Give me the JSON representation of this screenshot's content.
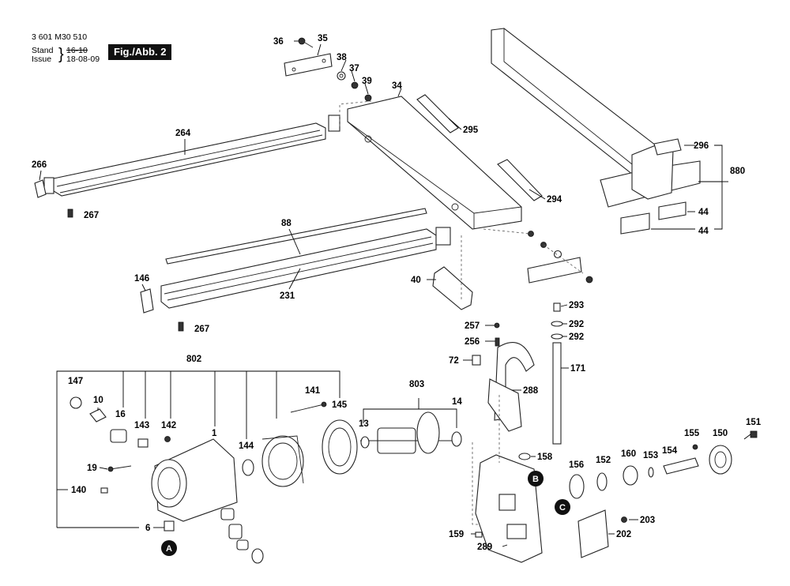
{
  "header": {
    "part_number": "3 601 M30 510",
    "stand_label": "Stand",
    "issue_label": "Issue",
    "stand_old": "16-10",
    "issue_date": "18-08-09",
    "figure": "Fig./Abb. 2"
  },
  "labels": {
    "p36": "36",
    "p35": "35",
    "p38": "38",
    "p37": "37",
    "p39": "39",
    "p34": "34",
    "p295": "295",
    "p294": "294",
    "p296": "296",
    "p880": "880",
    "p44a": "44",
    "p44b": "44",
    "p264": "264",
    "p266": "266",
    "p267a": "267",
    "p88": "88",
    "p231": "231",
    "p146": "146",
    "p267b": "267",
    "p40": "40",
    "p293": "293",
    "p257": "257",
    "p292a": "292",
    "p292b": "292",
    "p256": "256",
    "p72": "72",
    "p171": "171",
    "p288": "288",
    "p802": "802",
    "p147": "147",
    "p10": "10",
    "p16": "16",
    "p143": "143",
    "p142": "142",
    "p1": "1",
    "p141": "141",
    "p145": "145",
    "p144": "144",
    "p19": "19",
    "p140": "140",
    "p6": "6",
    "p803": "803",
    "p13": "13",
    "p14": "14",
    "p158": "158",
    "p156": "156",
    "p152": "152",
    "p160": "160",
    "p153": "153",
    "p154": "154",
    "p155": "155",
    "p150": "150",
    "p151": "151",
    "p203": "203",
    "p202": "202",
    "p159": "159",
    "p289": "289"
  },
  "callouts": {
    "a": "A",
    "b": "B",
    "c": "C"
  }
}
